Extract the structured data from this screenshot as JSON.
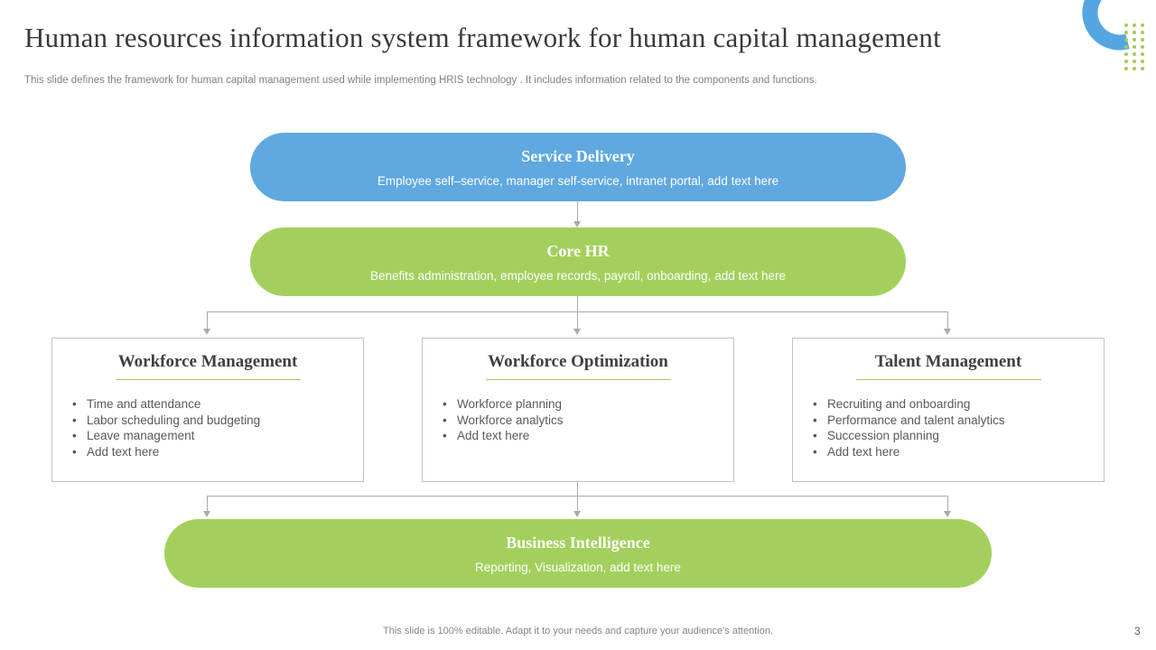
{
  "slide": {
    "title": "Human resources information system framework for human capital management",
    "subtitle": "This slide defines the framework for human capital management used while implementing HRIS technology . It includes information related to the components and functions.",
    "footer_note": "This slide is 100% editable. Adapt it to your needs and capture your audience's attention.",
    "page_number": "3"
  },
  "diagram": {
    "service_delivery": {
      "title": "Service Delivery",
      "description": "Employee self–service, manager self-service, intranet portal, add text here"
    },
    "core_hr": {
      "title": "Core HR",
      "description": "Benefits administration, employee records, payroll, onboarding, add text here"
    },
    "columns": [
      {
        "title": "Workforce Management",
        "items": [
          "Time and attendance",
          "Labor scheduling and budgeting",
          "Leave management",
          "Add text here"
        ]
      },
      {
        "title": "Workforce Optimization",
        "items": [
          "Workforce planning",
          "Workforce analytics",
          "Add text here"
        ]
      },
      {
        "title": "Talent Management",
        "items": [
          "Recruiting and onboarding",
          "Performance and talent analytics",
          "Succession planning",
          "Add text here"
        ]
      }
    ],
    "business_intelligence": {
      "title": "Business Intelligence",
      "description": "Reporting, Visualization, add text here"
    },
    "colors": {
      "blue_box": "#5fa8e0",
      "green_box": "#a3d05d",
      "connector_gray": "#a9a9a9",
      "title_underline": "#b9bd6d",
      "decor_ring_blue": "#54a6e3",
      "decor_dot_green": "#a4ca57"
    }
  }
}
